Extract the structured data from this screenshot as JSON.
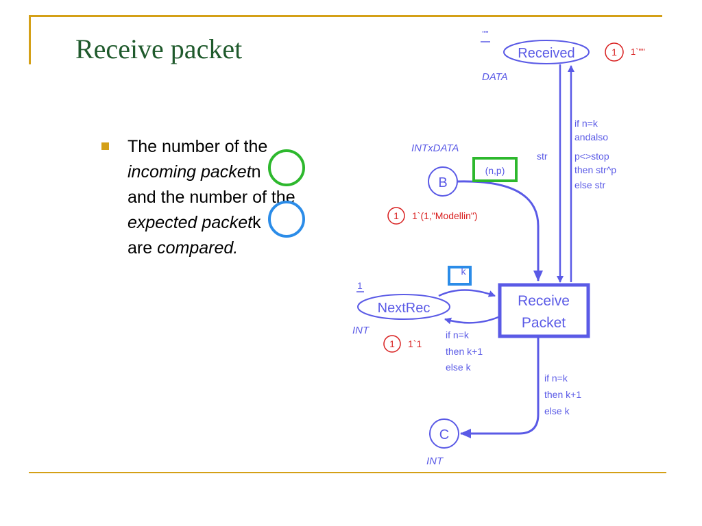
{
  "slide": {
    "title": "Receive packet"
  },
  "bullet": {
    "l1": "The number of the",
    "l2a": "incoming packet",
    "l2b": "n",
    "l3": "and the number of the",
    "l4a": "expected packet",
    "l4b": "k",
    "l5a": "are",
    "l5b": "compared."
  },
  "diagram": {
    "received": {
      "label": "Received",
      "initial": "\"\"",
      "type": "DATA",
      "marking_count": "1",
      "marking": "1`\"\""
    },
    "b": {
      "label": "B",
      "type": "INTxDATA",
      "marking_count": "1",
      "marking": "1`(1,\"Modellin\")"
    },
    "nextrec": {
      "label": "NextRec",
      "initial": "1",
      "type": "INT",
      "marking_count": "1",
      "marking": "1`1"
    },
    "c": {
      "label": "C",
      "type": "INT"
    },
    "transition": {
      "line1": "Receive",
      "line2": "Packet"
    },
    "arc_np": "(n,p)",
    "arc_k": "k",
    "arc_str": "str",
    "guard_received": [
      "if n=k",
      "andalso",
      "p<>stop",
      "then str^p",
      "else str"
    ],
    "expr_nextrec": [
      "if n=k",
      "then k+1",
      "else k"
    ],
    "expr_c": [
      "if n=k",
      "then k+1",
      "else k"
    ]
  },
  "colors": {
    "net": "#5a5ae6",
    "marking": "#d81e1e",
    "title": "#1f5a2c",
    "accent": "#d4a017",
    "highlight_green": "#2db82d",
    "highlight_blue": "#2b8ce8"
  }
}
